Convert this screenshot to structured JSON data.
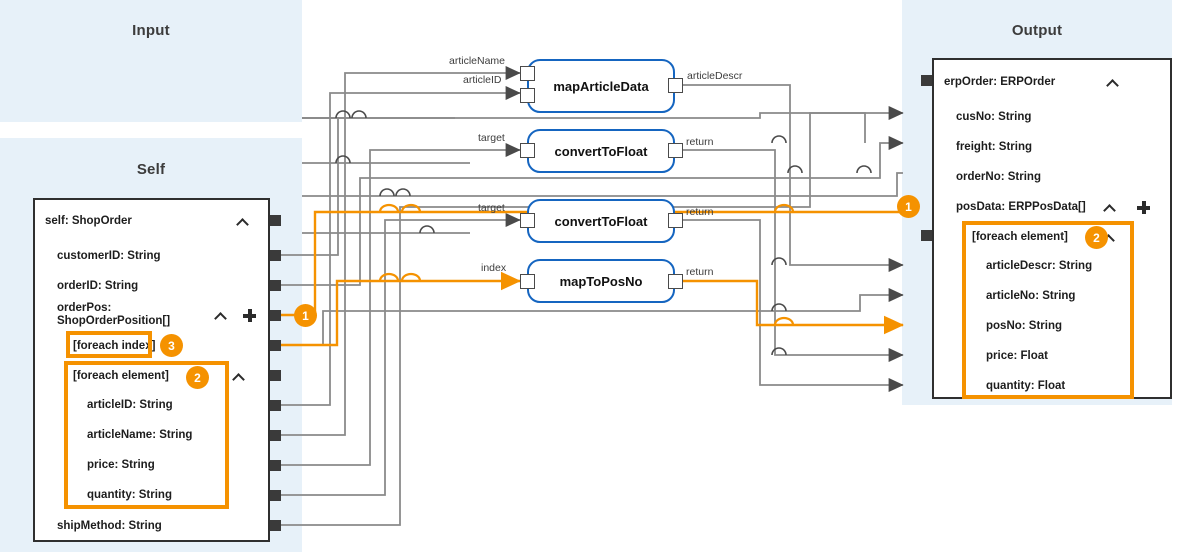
{
  "zones": [
    {
      "key": "input",
      "title": "Input"
    },
    {
      "key": "self",
      "title": "Self"
    },
    {
      "key": "output",
      "title": "Output"
    }
  ],
  "self_card": {
    "root": {
      "label": "self: ShopOrder",
      "icon": "chevron-up-icon"
    },
    "fields": [
      {
        "label": "customerID: String"
      },
      {
        "label": "orderID: String"
      },
      {
        "label": "orderPos:\nShopOrderPosition[]",
        "icons": [
          "chevron-up-icon",
          "plus-icon"
        ]
      },
      {
        "label": "[foreach index]",
        "badge": "3",
        "highlighted": true
      },
      {
        "label": "[foreach element]",
        "badge": "2",
        "icon": "chevron-up-icon",
        "highlighted": true
      },
      {
        "label": "articleID: String"
      },
      {
        "label": "articleName: String"
      },
      {
        "label": "price: String"
      },
      {
        "label": "quantity: String"
      },
      {
        "label": "shipMethod: String"
      }
    ]
  },
  "output_card": {
    "root": {
      "label": "erpOrder: ERPOrder",
      "icon": "chevron-up-icon"
    },
    "fields": [
      {
        "label": "cusNo: String"
      },
      {
        "label": "freight: String"
      },
      {
        "label": "orderNo: String"
      },
      {
        "label": "posData: ERPPosData[]",
        "badge": "1",
        "icons": [
          "chevron-up-icon",
          "plus-icon"
        ]
      },
      {
        "label": "[foreach element]",
        "badge": "2",
        "icon": "chevron-up-icon",
        "highlighted": true
      },
      {
        "label": "articleDescr: String"
      },
      {
        "label": "articleNo: String"
      },
      {
        "label": "posNo: String"
      },
      {
        "label": "price: Float"
      },
      {
        "label": "quantity: Float"
      }
    ]
  },
  "functions": [
    {
      "name": "mapArticleData",
      "inputs": [
        "articleName",
        "articleID"
      ],
      "outputs": [
        "articleDescr"
      ]
    },
    {
      "name": "convertToFloat",
      "inputs": [
        "target"
      ],
      "outputs": [
        "return"
      ]
    },
    {
      "name": "convertToFloat",
      "inputs": [
        "target"
      ],
      "outputs": [
        "return"
      ]
    },
    {
      "name": "mapToPosNo",
      "inputs": [
        "index"
      ],
      "outputs": [
        "return"
      ]
    }
  ],
  "badges": {
    "self_orderpos": "1",
    "output_posdata": "1"
  },
  "colors": {
    "zone_background": "#e7f1f9",
    "accent_orange": "#f59200",
    "function_border": "#1565c0",
    "card_border": "#2f2f2f",
    "wire_gray": "#8a8a8a",
    "wire_dark": "#4a4a4a"
  }
}
